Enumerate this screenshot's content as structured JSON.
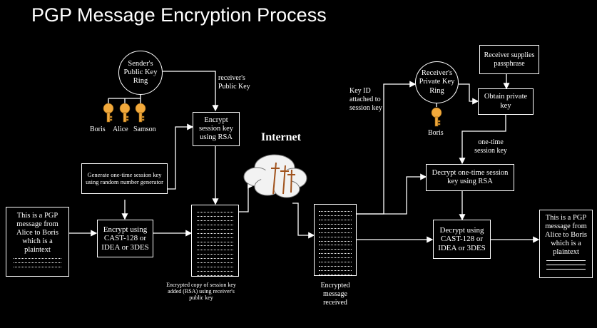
{
  "title": "PGP Message Encryption Process",
  "sender": {
    "key_ring": "Sender's Public Key Ring",
    "key_owners": [
      "Boris",
      "Alice",
      "Samson"
    ],
    "receivers_public_key_label": "receiver's Public Key",
    "encrypt_session_key": "Encrypt session key using RSA",
    "generate_session_key": "Generate one-time session key using random number generator",
    "plaintext": "This is a PGP message from Alice to Boris which is a plaintext",
    "encrypt_using": "Encrypt using CAST-128 or IDEA or 3DES",
    "encrypted_copy_caption": "Encrypted copy of session key added (RSA) using receiver's public key"
  },
  "internet": {
    "label": "Internet"
  },
  "receiver": {
    "encrypted_message_caption": "Encrypted message received",
    "key_id_label": "Key ID attached to session key",
    "key_ring": "Receiver's Private Key Ring",
    "key_owner": "Boris",
    "supplies_passphrase": "Receiver supplies passphrase",
    "obtain_private_key": "Obtain private key",
    "one_time_session_key_label": "one-time session key",
    "decrypt_session_key": "Decrypt one-time session key using RSA",
    "decrypt_using": "Decrypt using CAST-128 or IDEA or 3DES",
    "plaintext": "This is a PGP message from Alice to Boris which is a plaintext"
  },
  "colors": {
    "background": "#000000",
    "foreground": "#ffffff",
    "key": "#f2a93b",
    "cloud": "#f2f2f2",
    "pole": "#a0521c"
  }
}
